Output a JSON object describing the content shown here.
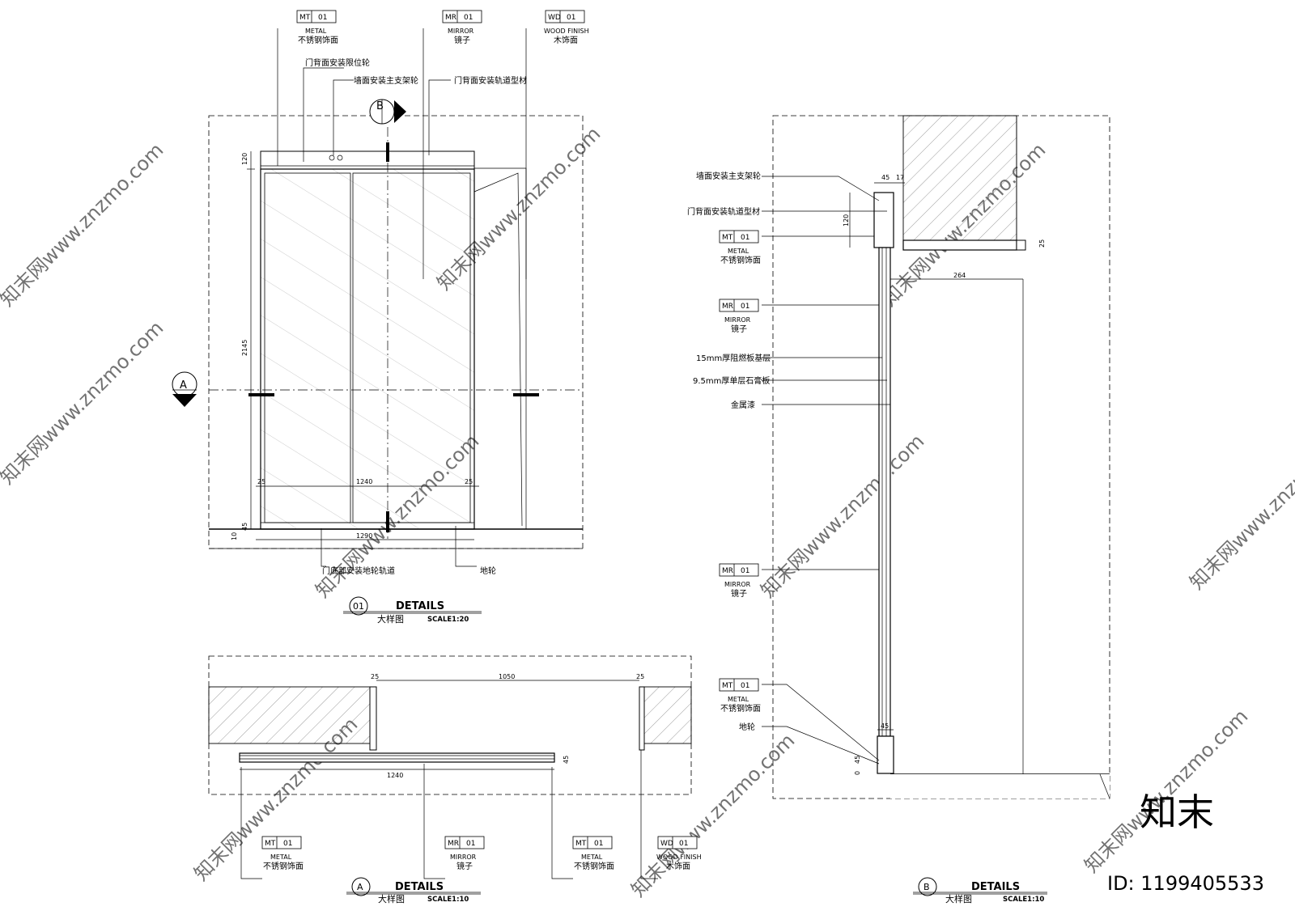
{
  "materials": {
    "mt01": {
      "code": "MT",
      "num": "01",
      "en": "METAL",
      "cn": "不锈钢饰面"
    },
    "mr01": {
      "code": "MR",
      "num": "01",
      "en": "MIRROR",
      "cn": "镜子"
    },
    "wd01": {
      "code": "WD",
      "num": "01",
      "en": "WOOD FINISH",
      "cn": "木饰面"
    }
  },
  "notes": {
    "limit_wheel": "门背面安装限位轮",
    "main_wheel": "墙面安装主支架轮",
    "track_profile": "门背面安装轨道型材",
    "bottom_track": "门底部安装地轮轨道",
    "floor_wheel": "地轮",
    "fire_board": "15mm厚阻燃板基层",
    "gypsum": "9.5mm厚单层石膏板",
    "metal_paint": "金属漆"
  },
  "markers": {
    "a": "A",
    "b": "B",
    "d01": "01"
  },
  "dims": {
    "d120": "120",
    "d2145": "2145",
    "d25": "25",
    "d1240": "1240",
    "d1290": "1290",
    "d45": "45",
    "d10": "10",
    "d1050": "1050",
    "d17": "17",
    "d264": "264",
    "d0": "0"
  },
  "titles": {
    "details": "DETAILS",
    "sub": "大样图",
    "scale20": "SCALE1:20",
    "scale10": "SCALE1:10"
  },
  "watermark": {
    "site": "知末网www.znzmo.com",
    "logo": "知末",
    "id": "ID: 1199405533"
  }
}
